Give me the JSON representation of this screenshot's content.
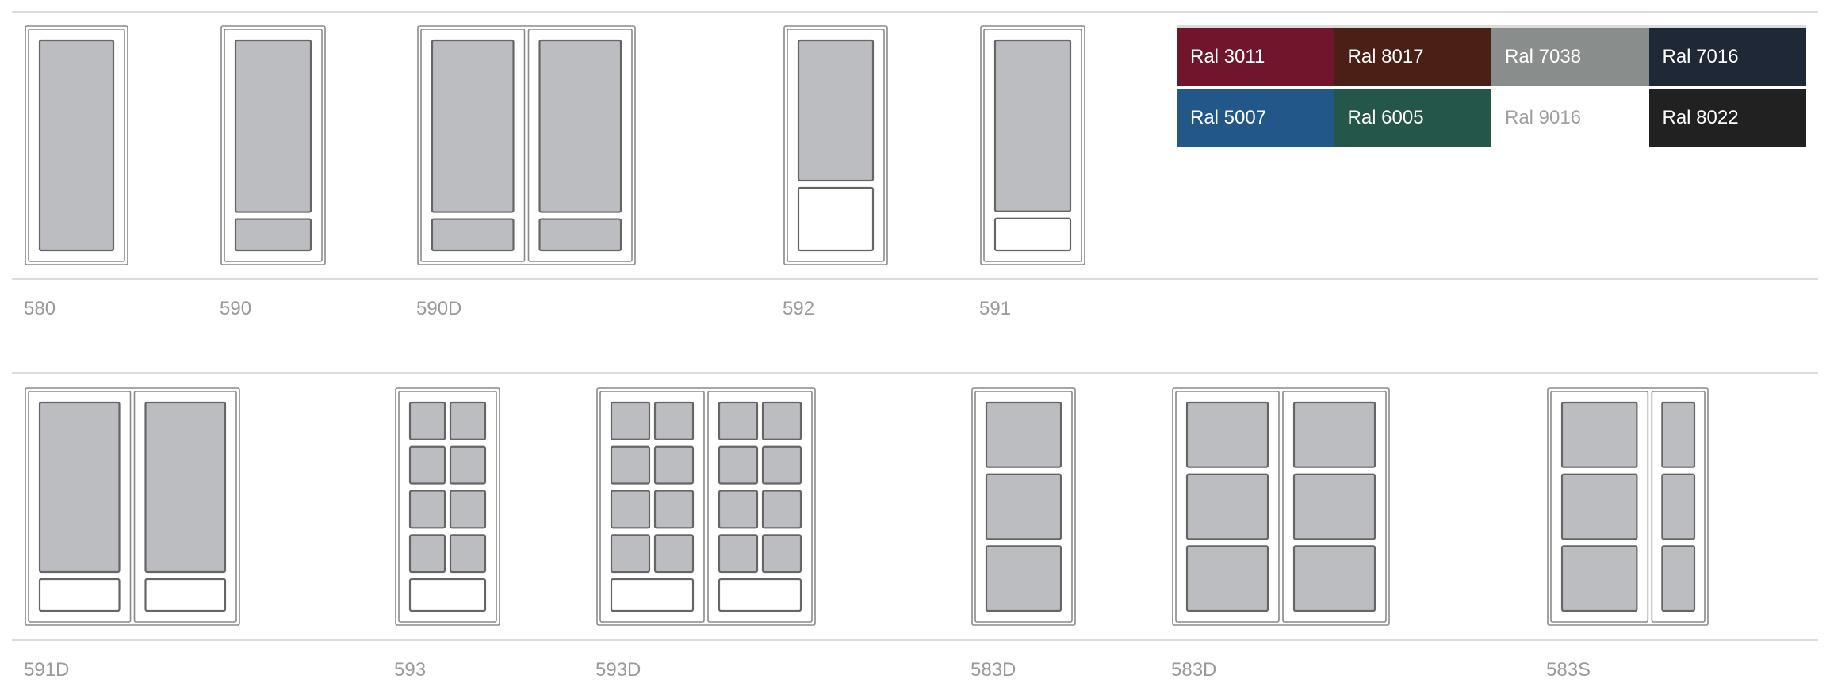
{
  "rows": [
    {
      "doors": [
        {
          "label": "580",
          "design": "580"
        },
        {
          "label": "590",
          "design": "590"
        },
        {
          "label": "590D",
          "design": "590D"
        },
        {
          "label": "592",
          "design": "592"
        },
        {
          "label": "591",
          "design": "591"
        }
      ]
    },
    {
      "doors": [
        {
          "label": "591D",
          "design": "591D"
        },
        {
          "label": "593",
          "design": "593"
        },
        {
          "label": "593D",
          "design": "593D"
        },
        {
          "label": "583D",
          "design": "583"
        },
        {
          "label": "583D",
          "design": "583D"
        },
        {
          "label": "583S",
          "design": "583S"
        }
      ]
    }
  ],
  "colors": [
    {
      "label": "Ral 3011",
      "bg": "#70152a",
      "fg": "#ffffff"
    },
    {
      "label": "Ral 8017",
      "bg": "#4a1f15",
      "fg": "#ffffff"
    },
    {
      "label": "Ral 7038",
      "bg": "#898d8c",
      "fg": "#ffffff"
    },
    {
      "label": "Ral 7016",
      "bg": "#1f2836",
      "fg": "#ffffff"
    },
    {
      "label": "Ral 5007",
      "bg": "#22578a",
      "fg": "#ffffff"
    },
    {
      "label": "Ral 6005",
      "bg": "#25564a",
      "fg": "#ffffff"
    },
    {
      "label": "Ral 9016",
      "bg": "#ffffff",
      "fg": "#a0a0a0"
    },
    {
      "label": "Ral 8022",
      "bg": "#212121",
      "fg": "#ffffff"
    }
  ],
  "style": {
    "glass": "#bcbdc1",
    "panel_stroke": "#666666",
    "frame_stroke": "#8a8a8a"
  }
}
